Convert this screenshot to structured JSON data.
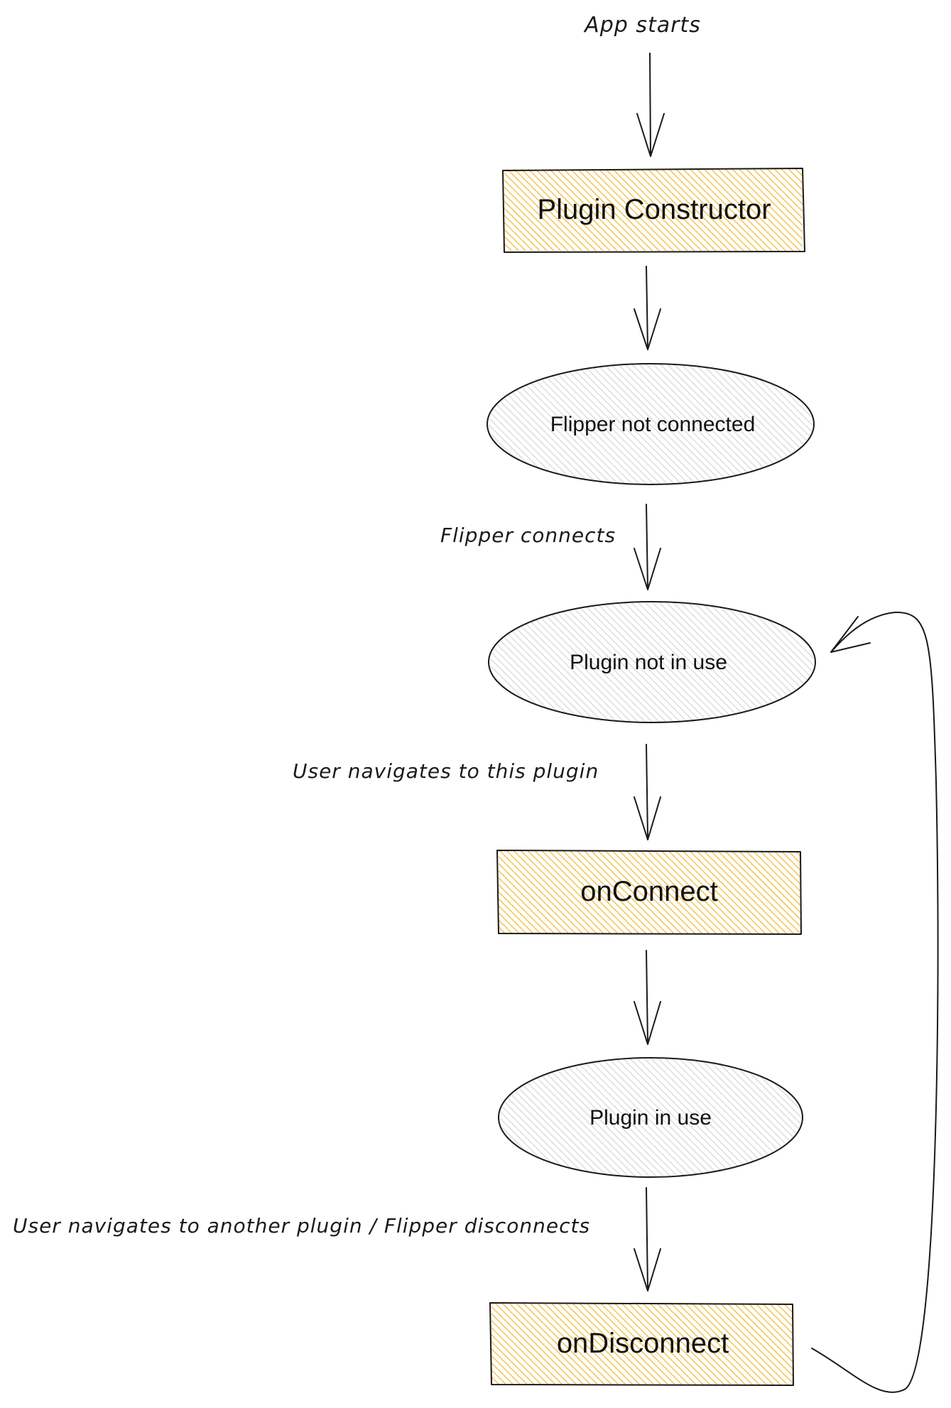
{
  "colors": {
    "rect_fill": "#f5c451",
    "ellipse_fill": "#d7d7d9",
    "stroke": "#1a1a1a",
    "background": "#ffffff"
  },
  "labels": {
    "app_starts": "App starts",
    "flipper_connects": "Flipper connects",
    "user_navigates_here": "User navigates to this plugin",
    "user_navigates_away": "User navigates to another plugin / Flipper disconnects"
  },
  "nodes": {
    "plugin_constructor": "Plugin Constructor",
    "flipper_not_connected": "Flipper not connected",
    "plugin_not_in_use": "Plugin not in use",
    "on_connect": "onConnect",
    "plugin_in_use": "Plugin in use",
    "on_disconnect": "onDisconnect"
  }
}
